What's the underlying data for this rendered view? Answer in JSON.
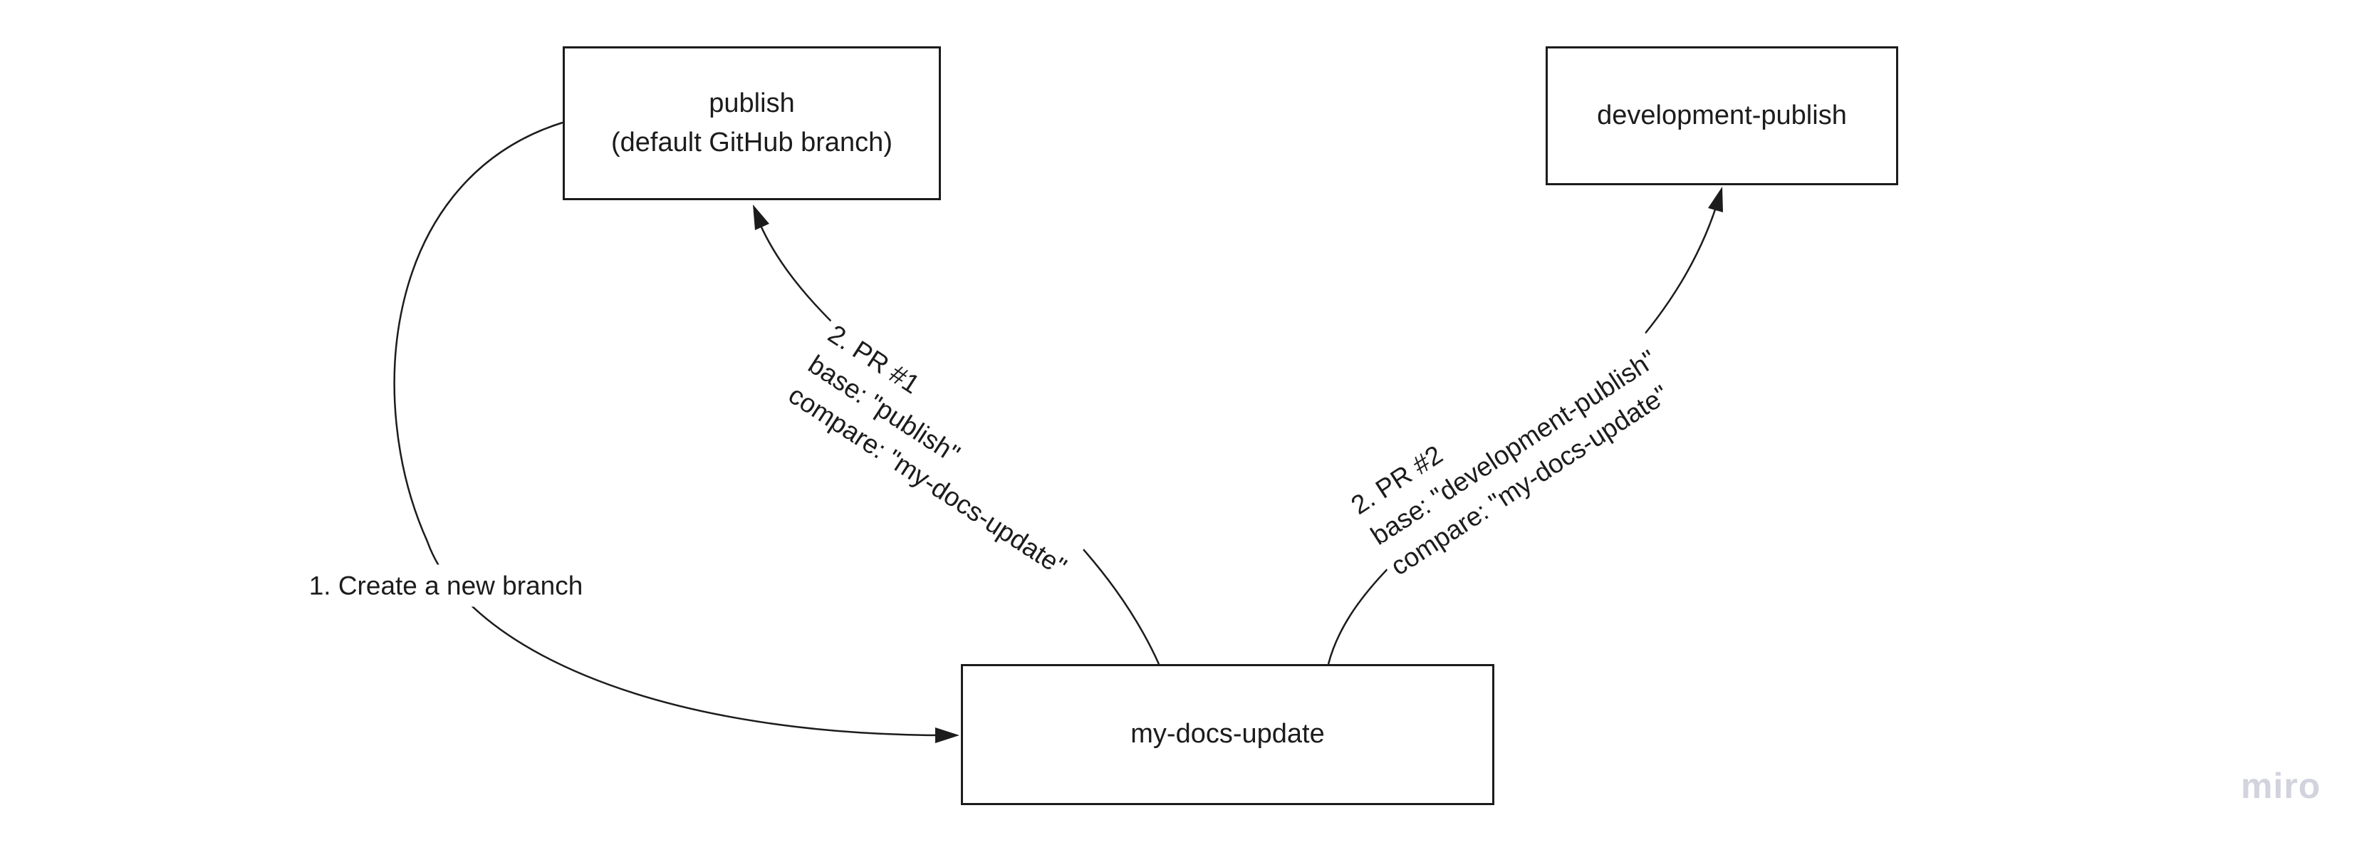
{
  "colors": {
    "ink": "#1c1c1c",
    "watermark": "#d2d3dd",
    "background": "#ffffff"
  },
  "nodes": {
    "publish": {
      "label": "publish\n(default GitHub branch)"
    },
    "development_publish": {
      "label": "development-publish"
    },
    "my_docs_update": {
      "label": "my-docs-update"
    }
  },
  "annotations": {
    "step1": {
      "label": "1. Create a new branch"
    },
    "pr1": {
      "label": "2. PR #1\nbase: \"publish\"\ncompare: \"my-docs-update\""
    },
    "pr2": {
      "label": "2. PR #2\nbase: \"development-publish\"\ncompare: \"my-docs-update\""
    }
  },
  "watermark": {
    "label": "miro"
  }
}
